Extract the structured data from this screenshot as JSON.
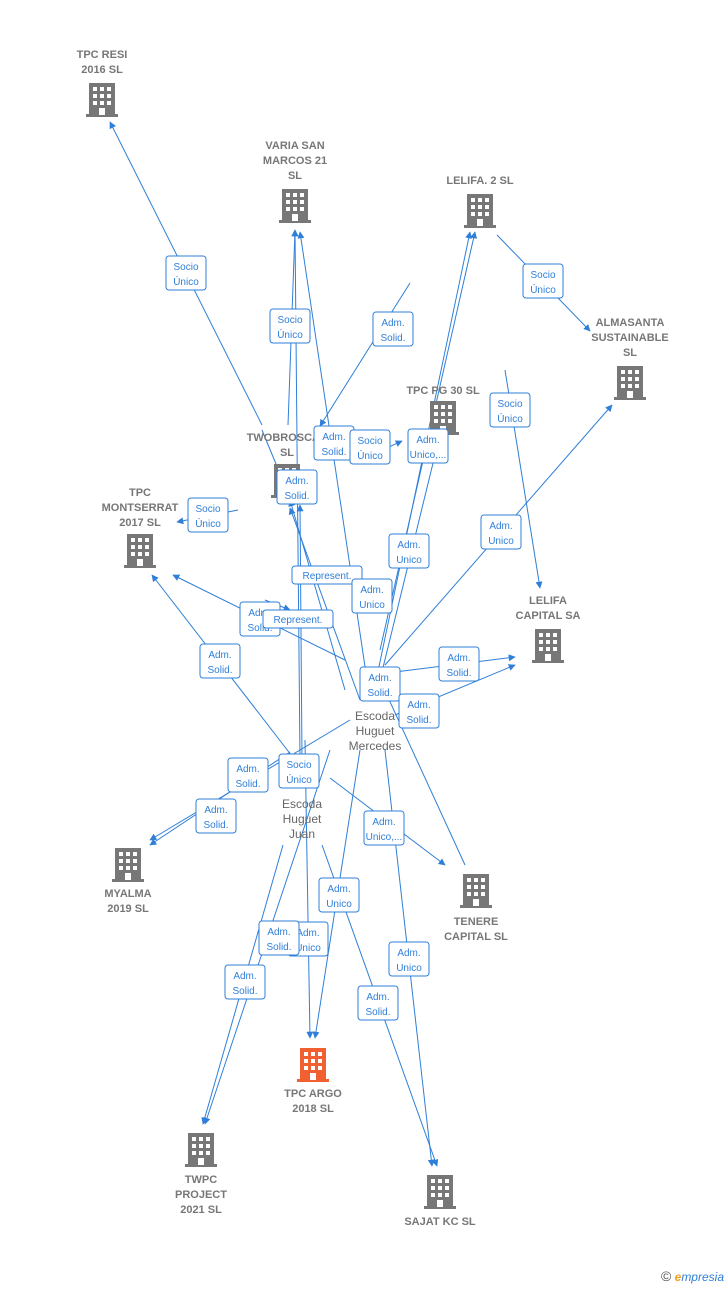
{
  "colors": {
    "edge": "#2f7fd8",
    "company": "#777777",
    "focus_company": "#f06030",
    "person": "#666666"
  },
  "nodes": [
    {
      "id": "tpc_resi",
      "kind": "company",
      "lines": [
        "TPC RESI",
        "2016  SL"
      ]
    },
    {
      "id": "varia",
      "kind": "company",
      "lines": [
        "VARIA SAN",
        "MARCOS 21",
        "SL"
      ]
    },
    {
      "id": "lelifa2",
      "kind": "company",
      "lines": [
        "LELIFA. 2  SL"
      ]
    },
    {
      "id": "almasanta",
      "kind": "company",
      "lines": [
        "ALMASANTA",
        "SUSTAINABLE",
        "SL"
      ]
    },
    {
      "id": "tpcpg30",
      "kind": "company",
      "lines": [
        "TPC PG 30  SL"
      ]
    },
    {
      "id": "twobroscap",
      "kind": "company",
      "lines": [
        "TWOBROSCAP",
        "SL"
      ]
    },
    {
      "id": "montserrat",
      "kind": "company",
      "lines": [
        "TPC",
        "MONTSERRAT",
        "2017  SL"
      ]
    },
    {
      "id": "lelifacap",
      "kind": "company",
      "lines": [
        "LELIFA",
        "CAPITAL SA"
      ]
    },
    {
      "id": "escoda_m",
      "kind": "person",
      "lines": [
        "Escoda",
        "Huguet",
        "Mercedes"
      ]
    },
    {
      "id": "escoda_j",
      "kind": "person",
      "lines": [
        "Escoda",
        "Huguet",
        "Juan"
      ]
    },
    {
      "id": "myalma",
      "kind": "company",
      "lines": [
        "MYALMA",
        "2019  SL"
      ]
    },
    {
      "id": "tenere",
      "kind": "company",
      "lines": [
        "TENERE",
        "CAPITAL  SL"
      ]
    },
    {
      "id": "tpcargo",
      "kind": "focus",
      "lines": [
        "TPC ARGO",
        "2018  SL"
      ]
    },
    {
      "id": "twpc",
      "kind": "company",
      "lines": [
        "TWPC",
        "PROJECT",
        "2021  SL"
      ]
    },
    {
      "id": "sajat",
      "kind": "company",
      "lines": [
        "SAJAT KC SL"
      ]
    }
  ],
  "edge_labels": [
    {
      "id": "e1",
      "lines": [
        "Socio",
        "Único"
      ]
    },
    {
      "id": "e2",
      "lines": [
        "Socio",
        "Único"
      ]
    },
    {
      "id": "e3",
      "lines": [
        "Adm.",
        "Solid."
      ]
    },
    {
      "id": "e4",
      "lines": [
        "Socio",
        "Único"
      ]
    },
    {
      "id": "e5",
      "lines": [
        "Socio",
        "Único"
      ]
    },
    {
      "id": "e6",
      "lines": [
        "Adm.",
        "Solid."
      ]
    },
    {
      "id": "e7",
      "lines": [
        "Socio",
        "Único"
      ]
    },
    {
      "id": "e8",
      "lines": [
        "Adm.",
        "Unico,..."
      ]
    },
    {
      "id": "e9",
      "lines": [
        "Adm.",
        "Solid."
      ]
    },
    {
      "id": "e10",
      "lines": [
        "Socio",
        "Único"
      ]
    },
    {
      "id": "e11",
      "lines": [
        "Adm.",
        "Unico"
      ]
    },
    {
      "id": "e12",
      "lines": [
        "Adm.",
        "Unico"
      ]
    },
    {
      "id": "e13",
      "lines": [
        "Represent."
      ]
    },
    {
      "id": "e14",
      "lines": [
        "Adm.",
        "Unico"
      ]
    },
    {
      "id": "e15",
      "lines": [
        "Adm.",
        "Solid."
      ]
    },
    {
      "id": "e16",
      "lines": [
        "Represent."
      ]
    },
    {
      "id": "e17",
      "lines": [
        "Adm.",
        "Solid."
      ]
    },
    {
      "id": "e18",
      "lines": [
        "Adm.",
        "Solid."
      ]
    },
    {
      "id": "e19",
      "lines": [
        "Adm.",
        "Solid."
      ]
    },
    {
      "id": "e20",
      "lines": [
        "Adm.",
        "Solid."
      ]
    },
    {
      "id": "e21",
      "lines": [
        "Adm.",
        "Solid."
      ]
    },
    {
      "id": "e22",
      "lines": [
        "Socio",
        "Único"
      ]
    },
    {
      "id": "e23",
      "lines": [
        "Adm.",
        "Solid."
      ]
    },
    {
      "id": "e24",
      "lines": [
        "Adm.",
        "Unico,..."
      ]
    },
    {
      "id": "e25",
      "lines": [
        "Adm.",
        "Unico"
      ]
    },
    {
      "id": "e26",
      "lines": [
        "Adm.",
        "Unico"
      ]
    },
    {
      "id": "e27",
      "lines": [
        "Adm.",
        "Solid."
      ]
    },
    {
      "id": "e28",
      "lines": [
        "Adm.",
        "Unico"
      ]
    },
    {
      "id": "e29",
      "lines": [
        "Adm.",
        "Solid."
      ]
    },
    {
      "id": "e30",
      "lines": [
        "Adm.",
        "Solid."
      ]
    }
  ],
  "footer": {
    "copyright": "©",
    "brand_initial": "e",
    "brand_rest": "mpresia"
  }
}
